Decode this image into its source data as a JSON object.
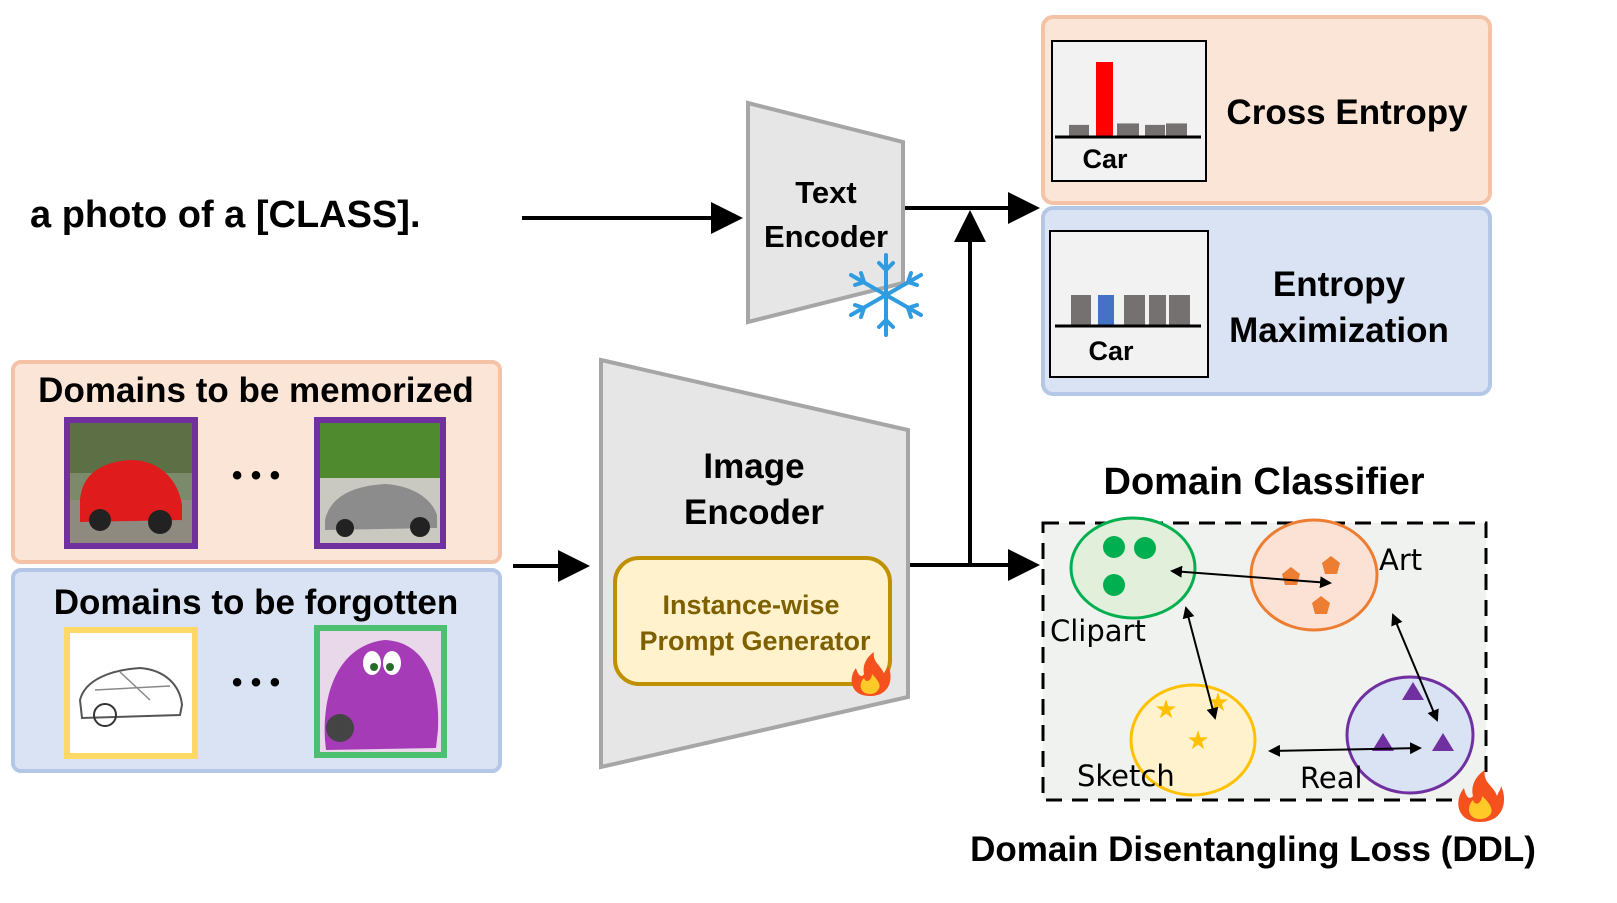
{
  "prompt": {
    "text": "a photo of a [CLASS]."
  },
  "text_encoder": {
    "line1": "Text",
    "line2": "Encoder",
    "status_icon": "snowflake-icon"
  },
  "image_encoder": {
    "line1": "Image",
    "line2": "Encoder",
    "status_icon": "fire-icon"
  },
  "prompt_generator": {
    "line1": "Instance-wise",
    "line2": "Prompt Generator"
  },
  "memorized": {
    "title": "Domains to be memorized",
    "ellipsis": "• • •",
    "images": [
      "red-car-photo",
      "silver-car-photo"
    ]
  },
  "forgotten": {
    "title": "Domains to be forgotten",
    "ellipsis": "• • •",
    "images": [
      "car-sketch",
      "purple-cartoon-car"
    ]
  },
  "cross_entropy": {
    "title": "Cross Entropy",
    "class_label": "Car",
    "bars": [
      0.15,
      1.0,
      0.17,
      0.15,
      0.17
    ],
    "highlight_index": 1,
    "highlight_color": "#ff0000",
    "bar_color": "#767171"
  },
  "entropy_max": {
    "title_line1": "Entropy",
    "title_line2": "Maximization",
    "class_label": "Car",
    "bars": [
      1,
      1,
      1,
      1,
      1
    ],
    "highlight_index": 1,
    "highlight_color": "#4472c4",
    "bar_color": "#767171"
  },
  "domain_classifier": {
    "title": "Domain Classifier",
    "clusters": [
      {
        "label": "Clipart",
        "color": "#00b050",
        "fill": "#e2efda",
        "shape": "circle"
      },
      {
        "label": "Art",
        "color": "#ed7d31",
        "fill": "#fbe2d5",
        "shape": "pentagon"
      },
      {
        "label": "Sketch",
        "color": "#ffc000",
        "fill": "#fff2cc",
        "shape": "star"
      },
      {
        "label": "Real",
        "color": "#7030a0",
        "fill": "#dae3f3",
        "shape": "triangle"
      }
    ],
    "loss_label": "Domain Disentangling Loss (DDL)"
  }
}
